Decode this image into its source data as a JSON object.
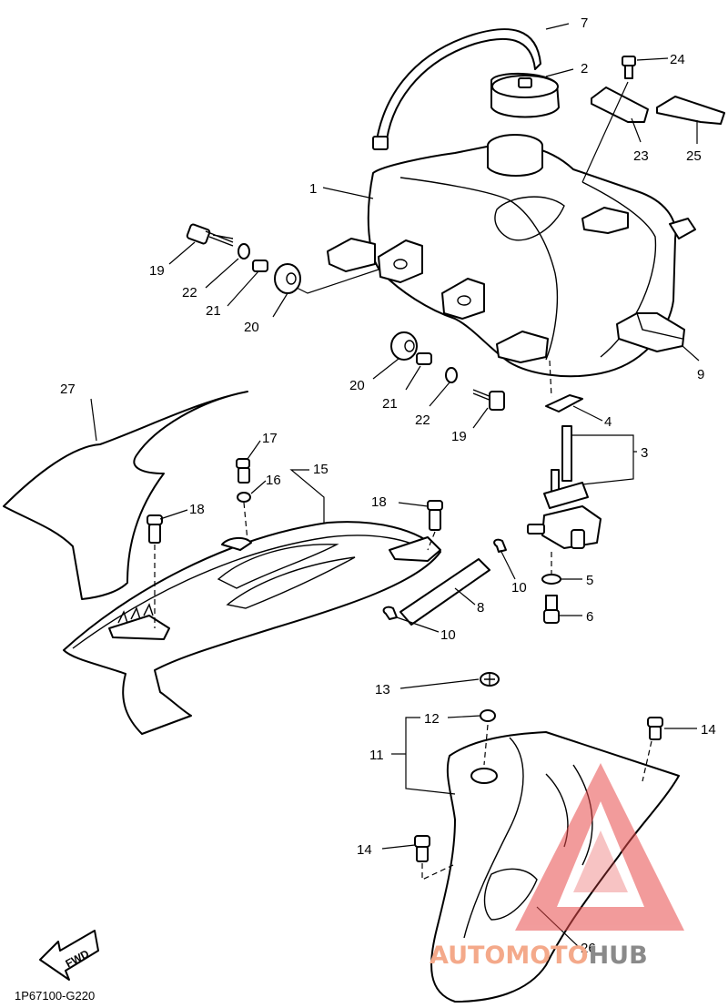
{
  "diagram_code": "1P67100-G220",
  "fwd_label": "FWD",
  "watermark": {
    "text_prefix": "AUTOMOTO",
    "text_suffix": "HUB",
    "prefix_color": "#f4a98a",
    "suffix_color": "#8a8a8a",
    "triangle_color": "#e84a4a"
  },
  "callouts": {
    "c1": "1",
    "c2": "2",
    "c3": "3",
    "c4": "4",
    "c5": "5",
    "c6": "6",
    "c7": "7",
    "c8": "8",
    "c9": "9",
    "c10a": "10",
    "c10b": "10",
    "c11": "11",
    "c12": "12",
    "c13": "13",
    "c14a": "14",
    "c14b": "14",
    "c15": "15",
    "c16": "16",
    "c17": "17",
    "c18a": "18",
    "c18b": "18",
    "c19a": "19",
    "c19b": "19",
    "c20a": "20",
    "c20b": "20",
    "c21a": "21",
    "c21b": "21",
    "c22a": "22",
    "c22b": "22",
    "c23": "23",
    "c24": "24",
    "c25": "25",
    "c26": "26",
    "c27": "27"
  }
}
